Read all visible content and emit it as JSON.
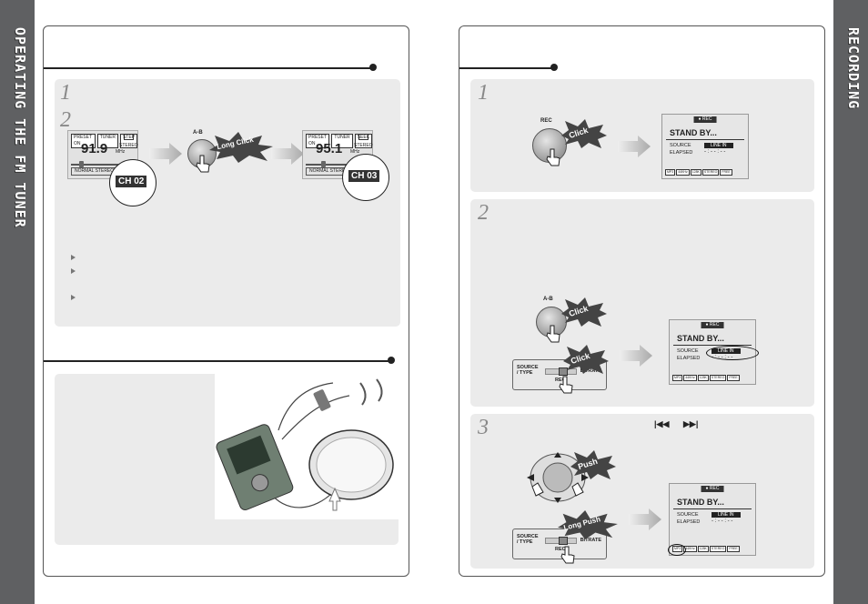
{
  "sidebars": {
    "left_title": "OPERATING THE FM TUNER",
    "right_title": "RECORDING"
  },
  "left_page": {
    "step1": {
      "number": "1"
    },
    "step2": {
      "number": "2"
    },
    "lcd_before": {
      "tabs": [
        "PRESET ON",
        "TUNER",
        "STEP"
      ],
      "frequency": "91.9",
      "unit": "MHz",
      "stereo": "STEREO",
      "bottom_tab": "NORMAL  STEREO",
      "channel": "CH 02"
    },
    "button_label": "A-B",
    "long_click": "Long Click",
    "lcd_after": {
      "tabs": [
        "PRESET ON",
        "TUNER",
        "SEEK"
      ],
      "frequency": "95.1",
      "unit": "MHz",
      "stereo": "STEREO",
      "bottom_tab": "NORMAL  STEREO",
      "channel": "CH 03"
    }
  },
  "right_page": {
    "step1": {
      "number": "1",
      "button_label": "REC",
      "click": "Click"
    },
    "step2": {
      "number": "2",
      "button_label": "A-B",
      "click1": "Click",
      "click2": "Click"
    },
    "step3": {
      "number": "3",
      "push": "Push",
      "long_push": "Long Push",
      "skip_back": "|◀◀",
      "skip_fwd": "▶▶|"
    },
    "lcd": {
      "rec": "● REC",
      "standby": "STAND BY...",
      "source_label": "SOURCE",
      "source_value": "LINE IN",
      "elapsed_label": "ELAPSED",
      "elapsed_value": "- : - - : - -",
      "tabs": [
        "MP3",
        "44KHz",
        "128K",
        "STEREO",
        "FREE"
      ]
    },
    "source_box": {
      "source": "SOURCE",
      "type": "/ TYPE",
      "bitrate": "BITRATE",
      "rec": "REC"
    }
  }
}
